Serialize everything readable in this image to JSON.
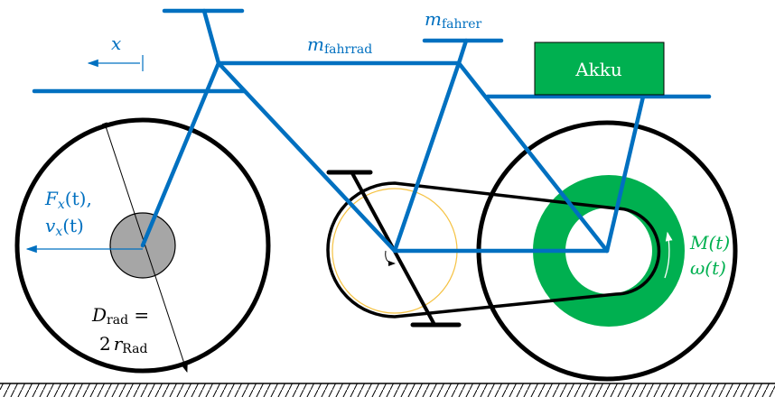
{
  "labels": {
    "x": "x",
    "m_fahrrad": {
      "main": "m",
      "sub": "fahrrad"
    },
    "m_fahrer": {
      "main": "m",
      "sub": "fahrer"
    },
    "akku": "Akku",
    "force": {
      "F": "F",
      "Fsub": "x",
      "Fargs": "(t),",
      "v": "v",
      "vsub": "x",
      "vargs": "(t)"
    },
    "diameter": {
      "D": "D",
      "Dsub": "rad",
      "eq": " =",
      "two": "2",
      "r": "r",
      "rsub": "Rad"
    },
    "torque": {
      "M": "M(t)",
      "omega": "ω(t)"
    }
  },
  "colors": {
    "frame": "#0070c0",
    "motor": "#00b050",
    "chainring": "#f5c242",
    "hub": "#a6a6a6",
    "ink": "#000000"
  }
}
